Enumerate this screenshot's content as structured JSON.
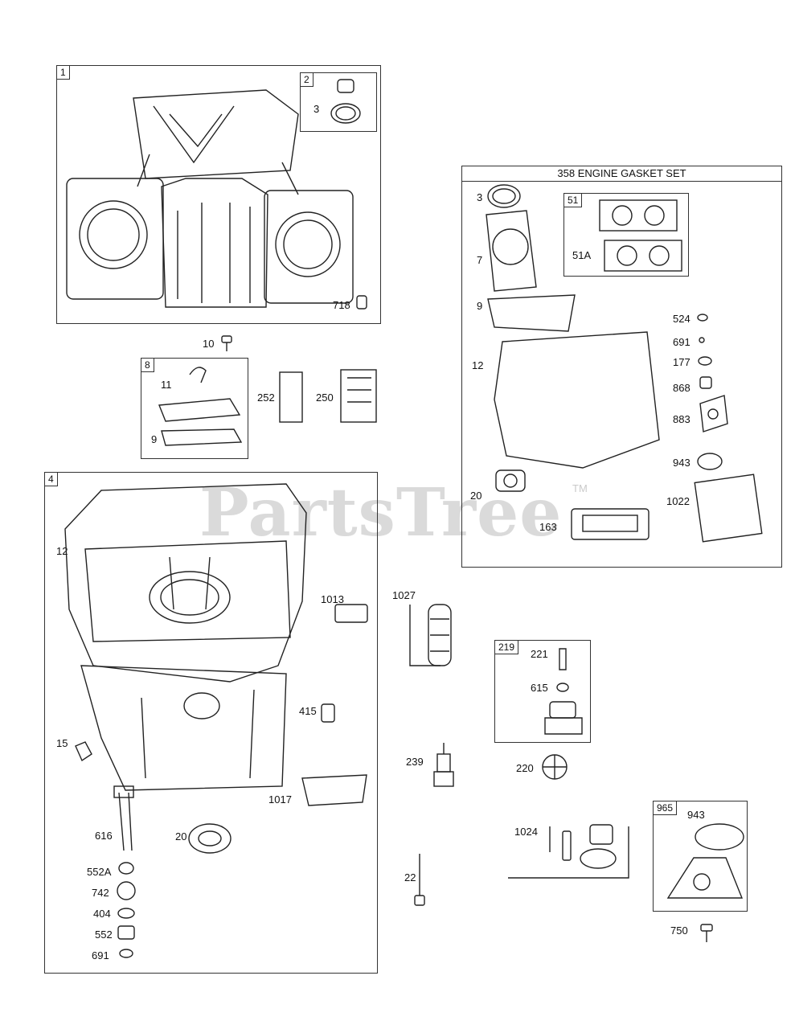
{
  "watermark": {
    "text": "PartsTree",
    "trademark": "TM"
  },
  "gasket_set": {
    "title": "358 ENGINE GASKET SET"
  },
  "boxes": {
    "b1": "1",
    "b2": "2",
    "b8": "8",
    "b4": "4",
    "b51": "51",
    "b219": "219",
    "b965": "965"
  },
  "labels": {
    "l3a": "3",
    "l718": "718",
    "l10": "10",
    "l11": "11",
    "l9a": "9",
    "l252": "252",
    "l250": "250",
    "l3b": "3",
    "l7": "7",
    "l51A": "51A",
    "l9b": "9",
    "l524": "524",
    "l691a": "691",
    "l177": "177",
    "l12a": "12",
    "l868": "868",
    "l883": "883",
    "l943a": "943",
    "l20a": "20",
    "l1022": "1022",
    "l163": "163",
    "l12b": "12",
    "l1027": "1027",
    "l1013": "1013",
    "l221": "221",
    "l615": "615",
    "l415": "415",
    "l15": "15",
    "l239": "239",
    "l220": "220",
    "l1017": "1017",
    "l616": "616",
    "l20b": "20",
    "l1024": "1024",
    "l943b": "943",
    "l552A": "552A",
    "l22": "22",
    "l742": "742",
    "l404": "404",
    "l552": "552",
    "l691b": "691",
    "l750": "750"
  }
}
